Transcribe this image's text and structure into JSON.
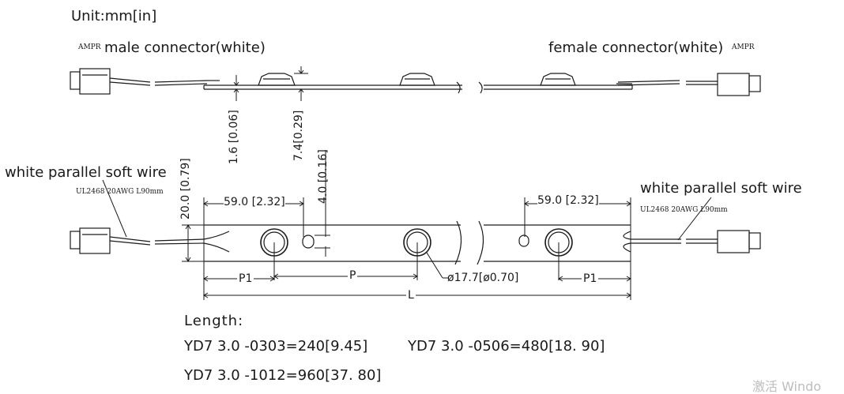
{
  "unit_label": "Unit:mm[in]",
  "connectors": {
    "male_brand": "AMPR",
    "male_label": "male connector(white)",
    "female_label": "female connector(white)",
    "female_brand": "AMPR"
  },
  "side_dims": {
    "thickness": "1.6 [0.06]",
    "height": "7.4[0.29]"
  },
  "top_dims": {
    "width": "20.0 [0.79]",
    "hole": "4.0 [0.16]",
    "edge_left": "59.0 [2.32]",
    "edge_right": "59.0 [2.32]",
    "lens_diameter": "ø17.7[ø0.70]",
    "p1_left": "P1",
    "pitch": "P",
    "p1_right": "P1",
    "length": "L"
  },
  "wires": {
    "left_label": "white parallel soft wire",
    "left_spec": "UL2468  20AWG  L90mm",
    "right_label": "white parallel soft wire",
    "right_spec": "UL2468  20AWG  L90mm"
  },
  "length_table": {
    "heading": "Length:",
    "rows": [
      "YD7 3.0 -0303=240[9.45]",
      "YD7 3.0 -0506=480[18. 90]",
      "YD7 3.0 -1012=960[37. 80]"
    ]
  },
  "watermark": "激活 Windo"
}
